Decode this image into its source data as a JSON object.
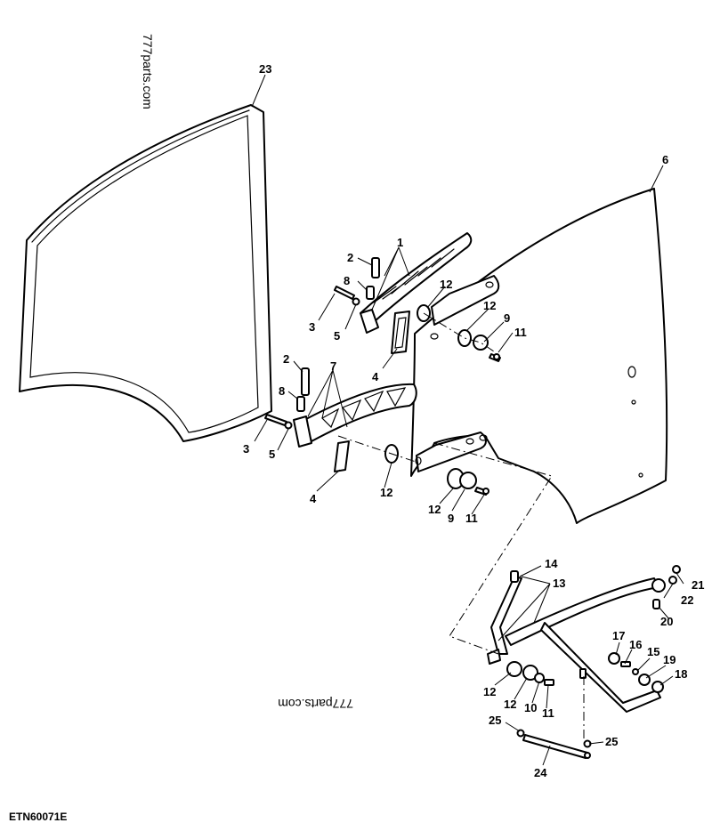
{
  "watermarks": [
    "777parts.com",
    "777parts.com"
  ],
  "figure_code": "ETN60071E",
  "callouts": {
    "c23": "23",
    "c6": "6",
    "c1": "1",
    "c2a": "2",
    "c8a": "8",
    "c3a": "3",
    "c5a": "5",
    "c12a": "12",
    "c4a": "4",
    "c12b": "12",
    "c9a": "9",
    "c11a": "11",
    "c2b": "2",
    "c7": "7",
    "c8b": "8",
    "c3b": "3",
    "c5b": "5",
    "c4b": "4",
    "c12c": "12",
    "c12d": "12",
    "c9b": "9",
    "c11b": "11",
    "c14": "14",
    "c13": "13",
    "c21": "21",
    "c22": "22",
    "c20": "20",
    "c17": "17",
    "c16": "16",
    "c15": "15",
    "c19": "19",
    "c18": "18",
    "c12e": "12",
    "c12f": "12",
    "c10": "10",
    "c11c": "11",
    "c25a": "25",
    "c25b": "25",
    "c24": "24"
  }
}
